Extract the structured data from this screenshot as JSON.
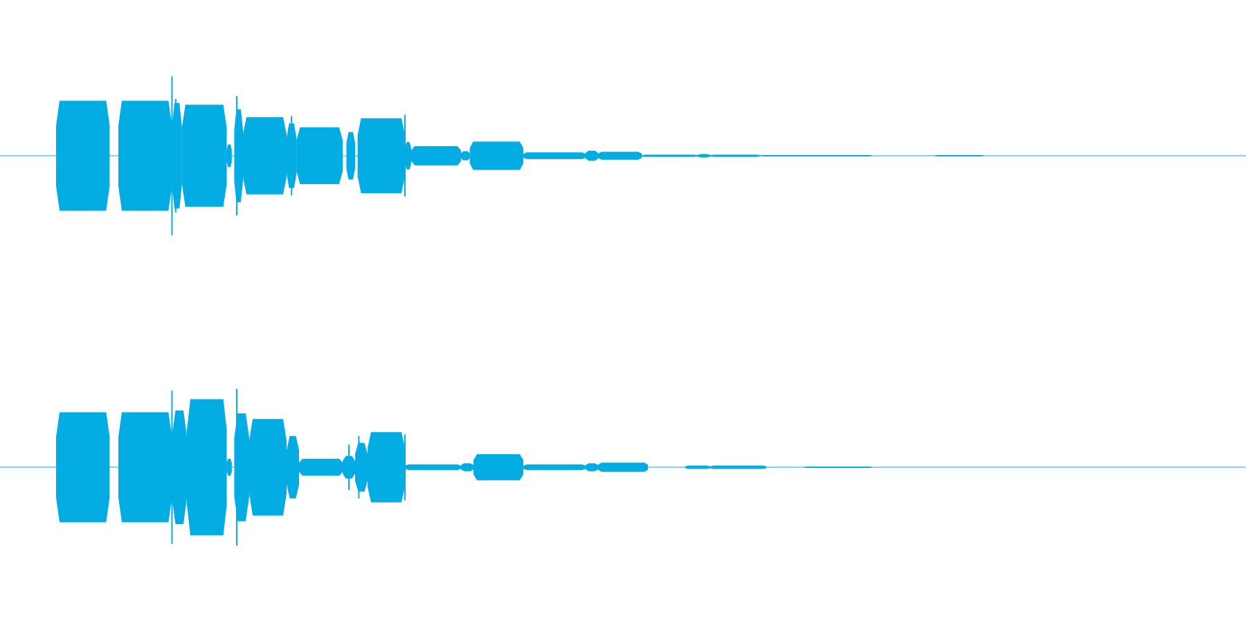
{
  "waveform": {
    "color": "#04acE4",
    "background": "#ffffff",
    "channels": [
      {
        "name": "",
        "segments": [
          [
            0.045,
            0.088,
            0.97
          ],
          [
            0.095,
            0.138,
            0.97
          ],
          [
            0.138,
            0.146,
            0.93
          ],
          [
            0.146,
            0.182,
            0.9
          ],
          [
            0.182,
            0.186,
            0.2
          ],
          [
            0.188,
            0.195,
            0.82
          ],
          [
            0.195,
            0.23,
            0.68
          ],
          [
            0.23,
            0.238,
            0.57
          ],
          [
            0.238,
            0.275,
            0.5
          ],
          [
            0.278,
            0.285,
            0.42
          ],
          [
            0.287,
            0.325,
            0.66
          ],
          [
            0.325,
            0.33,
            0.24
          ],
          [
            0.33,
            0.37,
            0.17
          ],
          [
            0.37,
            0.377,
            0.08
          ],
          [
            0.377,
            0.42,
            0.25
          ],
          [
            0.42,
            0.47,
            0.06
          ],
          [
            0.47,
            0.48,
            0.09
          ],
          [
            0.48,
            0.515,
            0.07
          ],
          [
            0.515,
            0.56,
            0.02
          ],
          [
            0.56,
            0.57,
            0.03
          ],
          [
            0.57,
            0.61,
            0.02
          ],
          [
            0.61,
            0.7,
            0.01
          ],
          [
            0.75,
            0.79,
            0.008
          ]
        ],
        "spikes": [
          [
            0.138,
            1.4
          ],
          [
            0.141,
            1.0
          ],
          [
            0.19,
            1.05
          ],
          [
            0.234,
            0.7
          ],
          [
            0.325,
            0.72
          ]
        ]
      },
      {
        "name": "",
        "segments": [
          [
            0.045,
            0.088,
            0.97
          ],
          [
            0.095,
            0.138,
            0.97
          ],
          [
            0.138,
            0.15,
            1.0
          ],
          [
            0.15,
            0.182,
            1.2
          ],
          [
            0.182,
            0.186,
            0.15
          ],
          [
            0.188,
            0.2,
            0.95
          ],
          [
            0.2,
            0.23,
            0.85
          ],
          [
            0.23,
            0.24,
            0.55
          ],
          [
            0.24,
            0.275,
            0.15
          ],
          [
            0.275,
            0.285,
            0.2
          ],
          [
            0.285,
            0.295,
            0.43
          ],
          [
            0.295,
            0.325,
            0.62
          ],
          [
            0.325,
            0.37,
            0.05
          ],
          [
            0.37,
            0.38,
            0.07
          ],
          [
            0.38,
            0.42,
            0.23
          ],
          [
            0.42,
            0.47,
            0.05
          ],
          [
            0.47,
            0.48,
            0.07
          ],
          [
            0.48,
            0.52,
            0.08
          ],
          [
            0.55,
            0.57,
            0.03
          ],
          [
            0.57,
            0.615,
            0.03
          ],
          [
            0.645,
            0.7,
            0.01
          ]
        ],
        "spikes": [
          [
            0.138,
            1.35
          ],
          [
            0.19,
            1.38
          ],
          [
            0.234,
            0.4
          ],
          [
            0.28,
            0.4
          ],
          [
            0.288,
            0.55
          ],
          [
            0.325,
            0.58
          ]
        ]
      }
    ]
  }
}
